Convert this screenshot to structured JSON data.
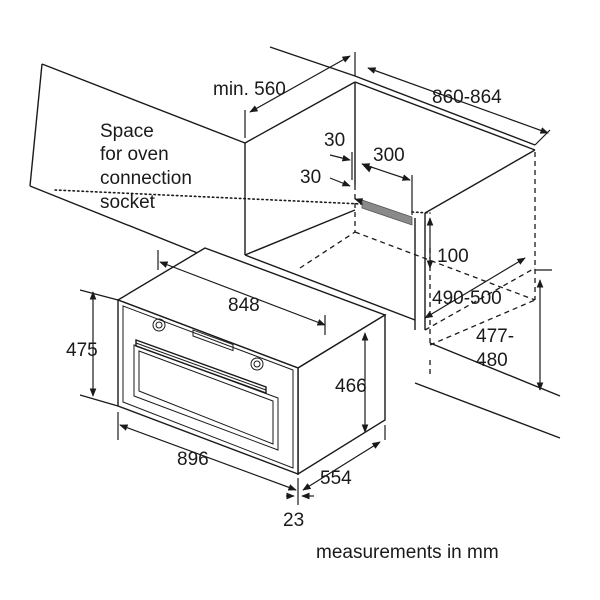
{
  "labels": {
    "min_560": "min. 560",
    "w_860_864": "860-864",
    "space_line1": "Space",
    "space_line2": "for oven",
    "space_line3": "connection",
    "space_line4": "socket",
    "d30_top": "30",
    "d300": "300",
    "d30_side": "30",
    "d100": "100",
    "d490_500": "490-500",
    "d477": "477-",
    "d480": "480",
    "d848": "848",
    "d475": "475",
    "d466": "466",
    "d896": "896",
    "d554": "554",
    "d23": "23",
    "units": "measurements in mm"
  }
}
